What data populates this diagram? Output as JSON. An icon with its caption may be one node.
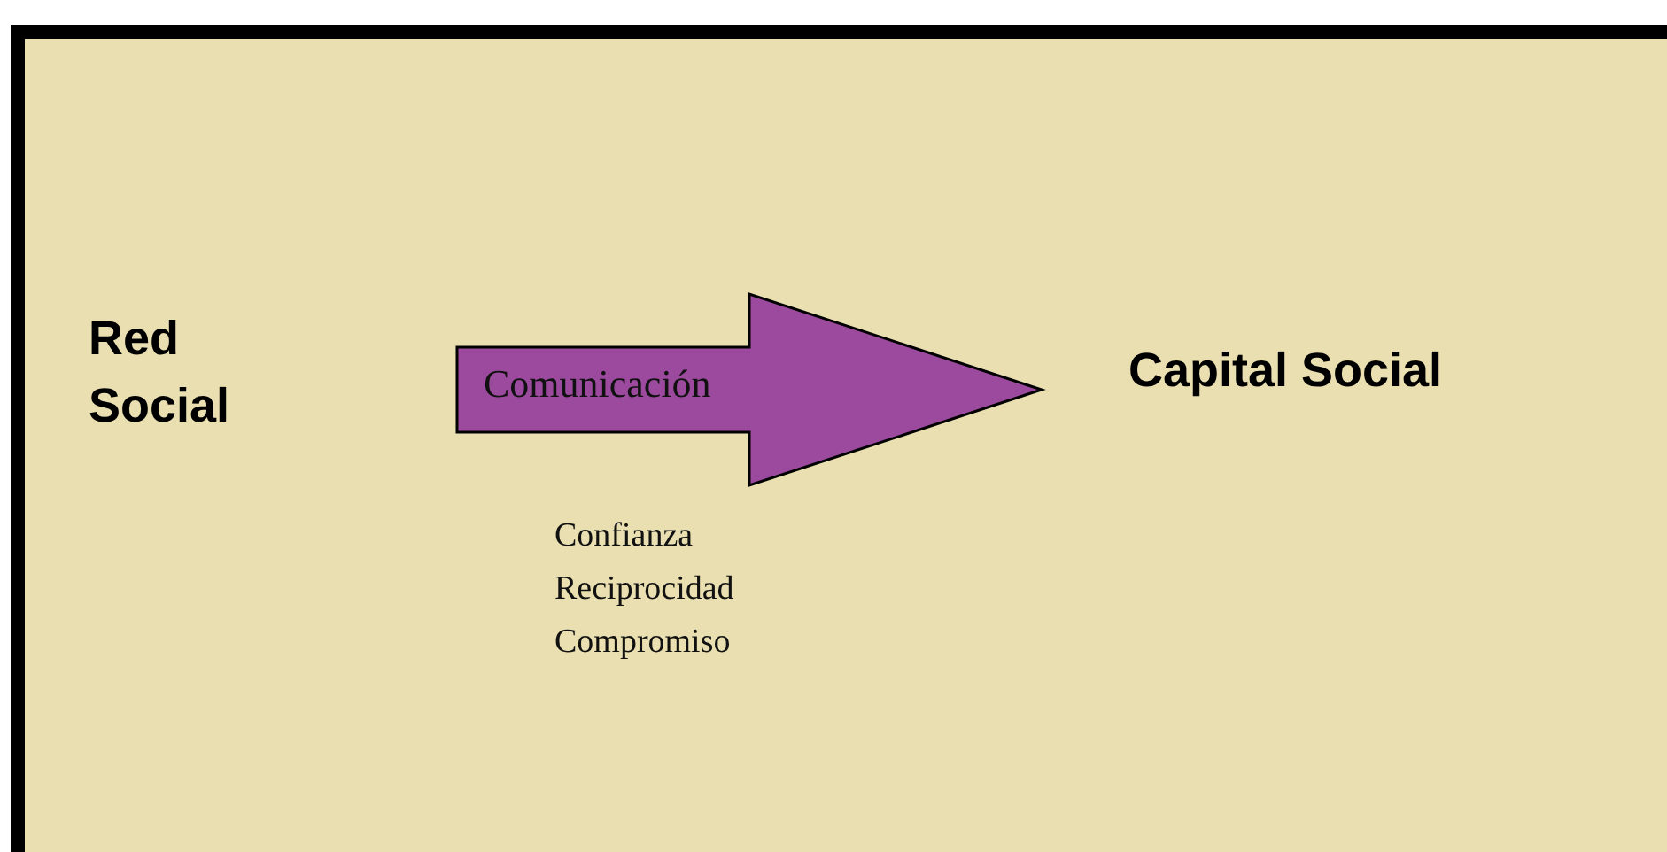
{
  "diagram": {
    "nodes": [
      {
        "text": [
          "Red Social"
        ]
      },
      {
        "text": [
          "Capital Social"
        ]
      }
    ],
    "edges": [
      {
        "from": 0,
        "to": 1,
        "arrow": "to",
        "label": "Comunicación",
        "style": "thick",
        "color": "#9c4a9e"
      }
    ],
    "labels": [
      "Confianza",
      "Reciprocidad",
      "Compromiso"
    ]
  }
}
